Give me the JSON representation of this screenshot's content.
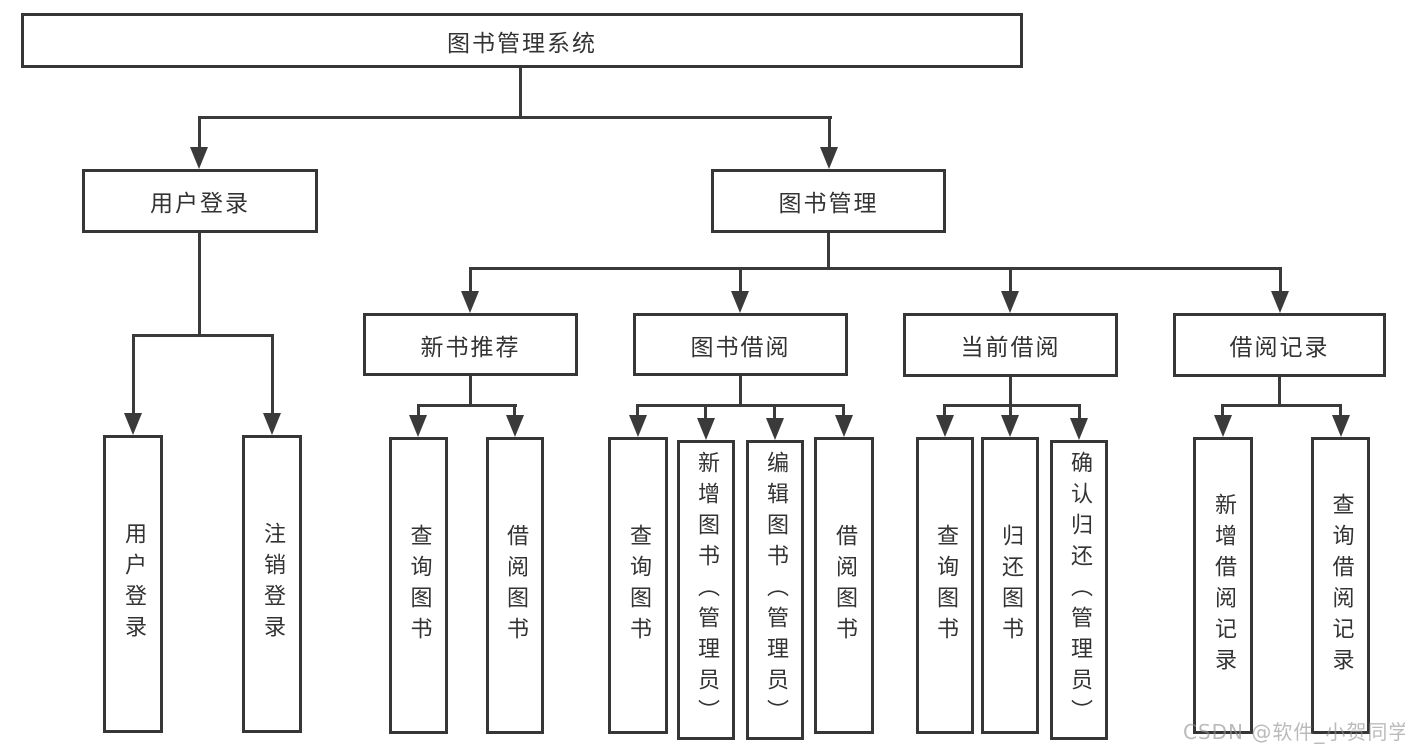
{
  "diagram": {
    "root": {
      "label": "图书管理系统"
    },
    "user_login": {
      "label": "用户登录",
      "children": {
        "login": "用户登录",
        "logout": "注销登录"
      }
    },
    "book_management": {
      "label": "图书管理",
      "new_books": {
        "label": "新书推荐",
        "children": {
          "query": "查询图书",
          "borrow": "借阅图书"
        }
      },
      "book_borrowing": {
        "label": "图书借阅",
        "children": {
          "query": "查询图书",
          "add": "新增图书（管理员）",
          "edit": "编辑图书（管理员）",
          "borrow": "借阅图书"
        }
      },
      "current_borrowing": {
        "label": "当前借阅",
        "children": {
          "query": "查询图书",
          "return": "归还图书",
          "confirm": "确认归还（管理员）"
        }
      },
      "borrowing_records": {
        "label": "借阅记录",
        "children": {
          "add": "新增借阅记录",
          "query": "查询借阅记录"
        }
      }
    }
  },
  "watermark": {
    "text": "CSDN @软件_小贺同学"
  },
  "colors": {
    "line": "#3a3a3a",
    "text": "#333333",
    "watermark_gray": "#919191",
    "background": "#ffffff"
  }
}
